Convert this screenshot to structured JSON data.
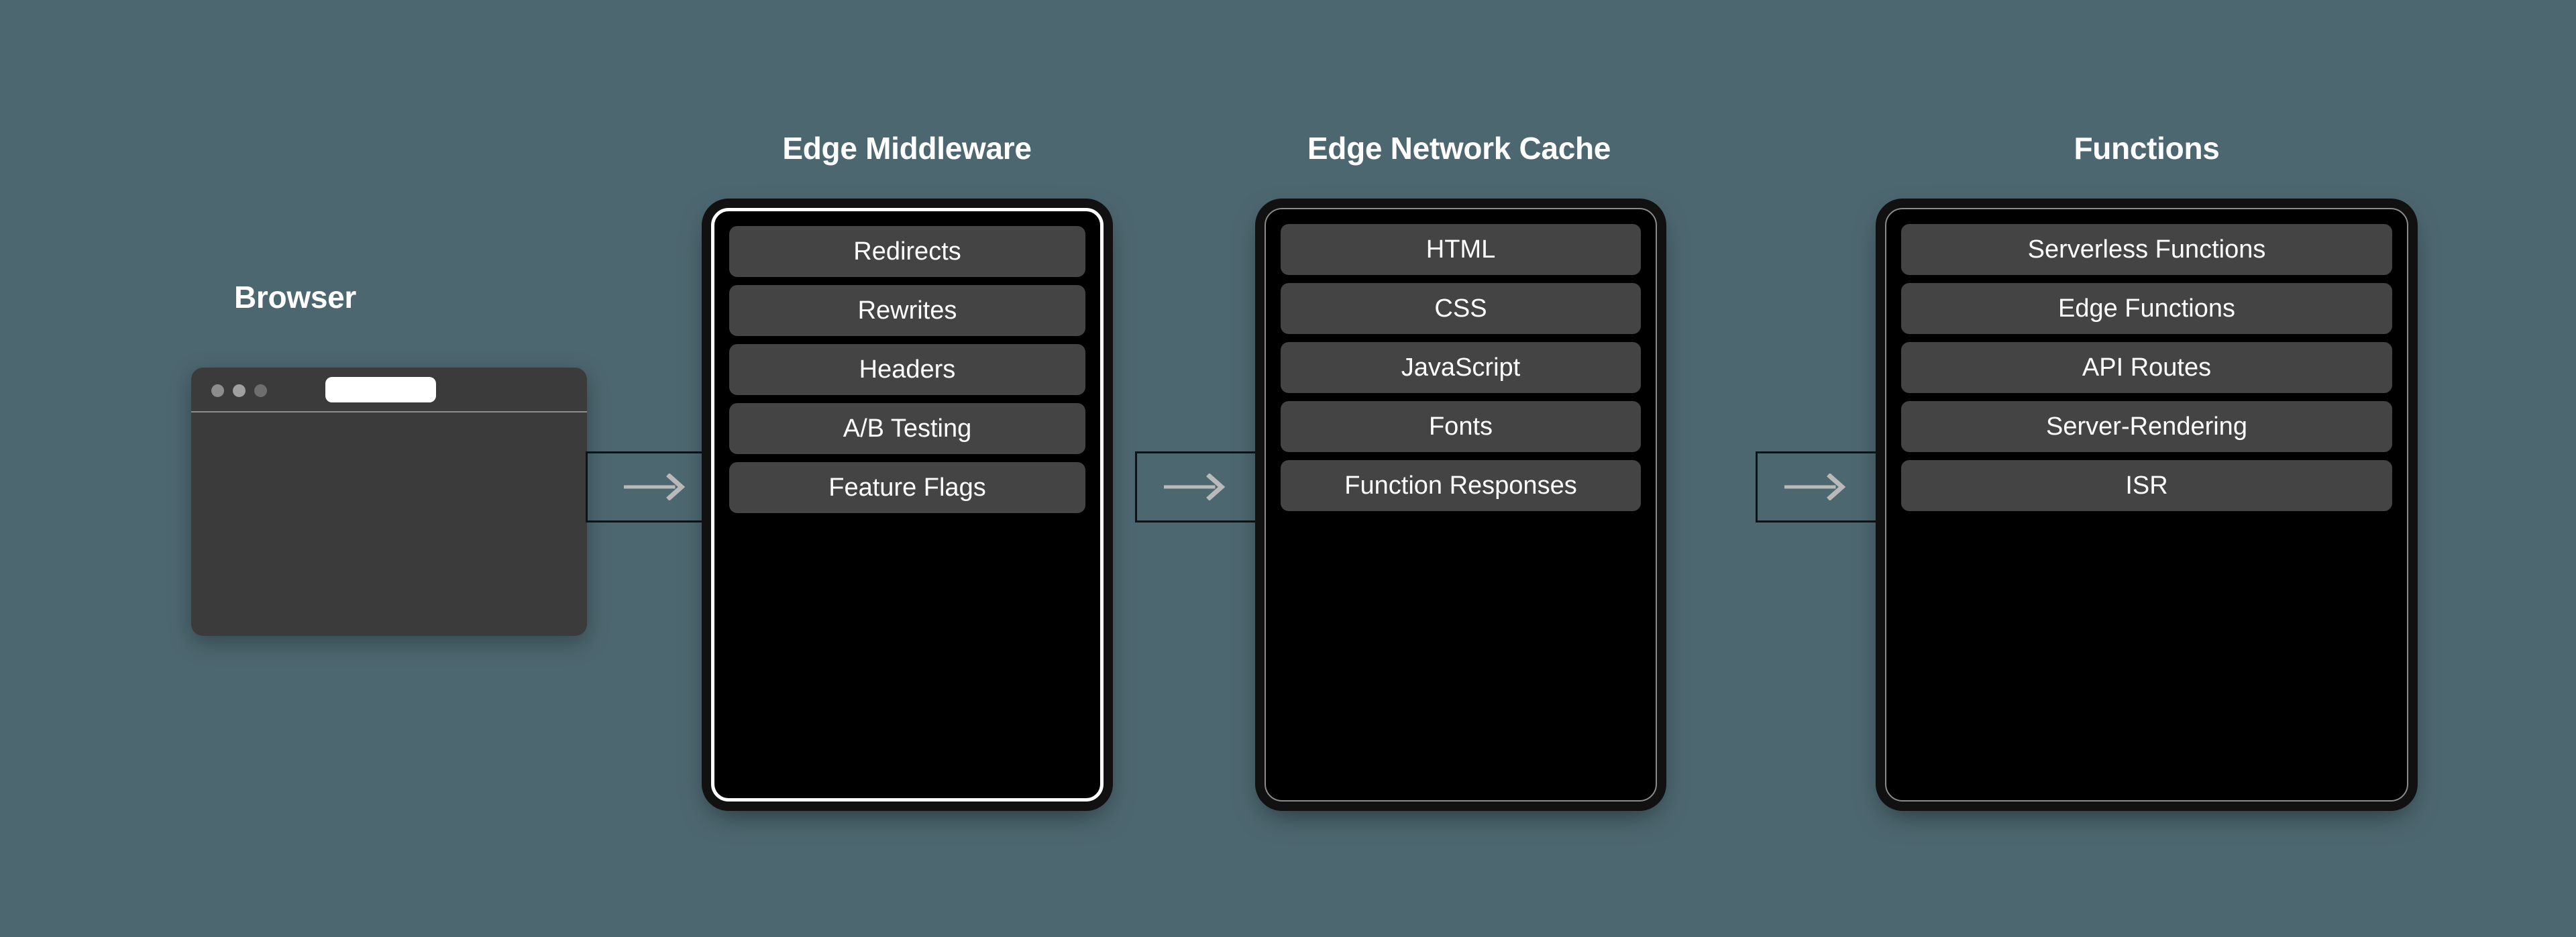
{
  "background_color": "#4d6770",
  "browser": {
    "title": "Browser",
    "window_name": "browser-window",
    "traffic_lights": [
      "dot-red",
      "dot-yellow",
      "dot-green"
    ],
    "url_bar_value": "",
    "url_bar_placeholder": ""
  },
  "stages": [
    {
      "id": "edge-middleware",
      "title": "Edge Middleware",
      "highlighted": true,
      "border_color": "#ffffff",
      "items": [
        "Redirects",
        "Rewrites",
        "Headers",
        "A/B Testing",
        "Feature Flags"
      ]
    },
    {
      "id": "edge-network-cache",
      "title": "Edge Network Cache",
      "highlighted": false,
      "border_color": "#8b8b8b",
      "items": [
        "HTML",
        "CSS",
        "JavaScript",
        "Fonts",
        "Function Responses"
      ]
    },
    {
      "id": "functions",
      "title": "Functions",
      "highlighted": false,
      "border_color": "#8b8b8b",
      "items": [
        "Serverless Functions",
        "Edge Functions",
        "API Routes",
        "Server-Rendering",
        "ISR"
      ]
    }
  ],
  "connectors": [
    {
      "id": "browser-to-middleware",
      "icon": "arrow-right-icon",
      "color": "#b9b9b9"
    },
    {
      "id": "middleware-to-cache",
      "icon": "arrow-right-icon",
      "color": "#b9b9b9"
    },
    {
      "id": "cache-to-functions",
      "icon": "arrow-right-icon",
      "color": "#b9b9b9"
    }
  ],
  "chip_color": "#444444",
  "panel_color": "#000000"
}
